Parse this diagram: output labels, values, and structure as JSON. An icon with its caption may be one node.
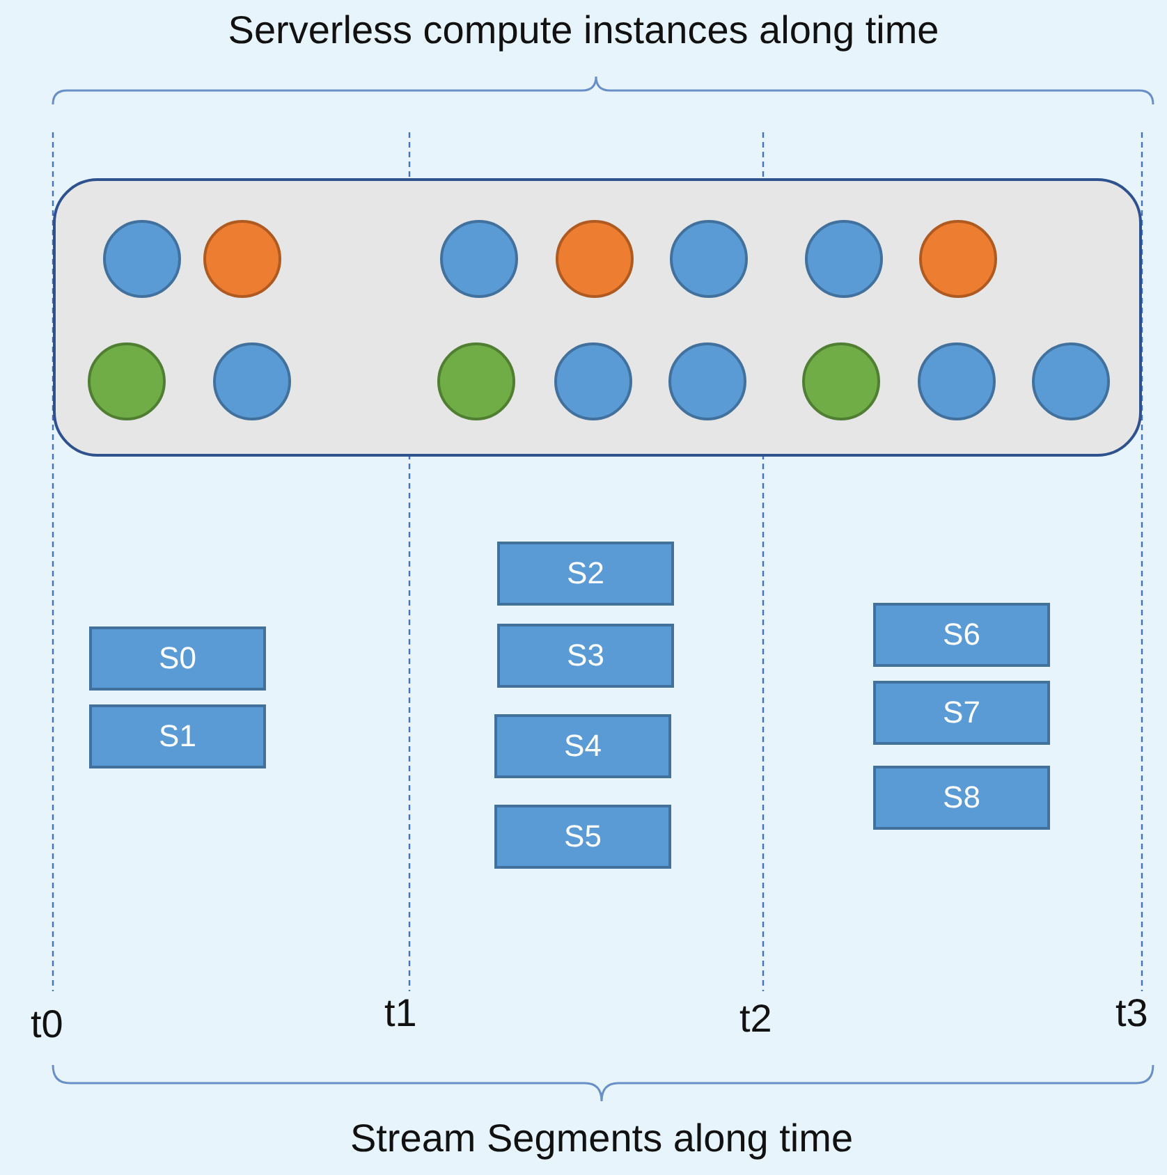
{
  "diagram": {
    "title": "Serverless compute instances along time",
    "caption": "Stream Segments along time",
    "nodes": [
      {
        "text": [],
        "shape": "box"
      },
      {
        "text": [],
        "shape": "circle",
        "in": 0
      },
      {
        "text": [],
        "shape": "circle",
        "in": 0
      },
      {
        "text": [],
        "shape": "circle",
        "in": 0
      },
      {
        "text": [],
        "shape": "circle",
        "in": 0
      },
      {
        "text": [],
        "shape": "circle",
        "in": 0
      },
      {
        "text": [],
        "shape": "circle",
        "in": 0
      },
      {
        "text": [],
        "shape": "circle",
        "in": 0
      },
      {
        "text": [],
        "shape": "circle",
        "in": 0
      },
      {
        "text": [],
        "shape": "circle",
        "in": 0
      },
      {
        "text": [],
        "shape": "circle",
        "in": 0
      },
      {
        "text": [],
        "shape": "circle",
        "in": 0
      },
      {
        "text": [],
        "shape": "circle",
        "in": 0
      },
      {
        "text": [],
        "shape": "circle",
        "in": 0
      },
      {
        "text": [],
        "shape": "circle",
        "in": 0
      },
      {
        "text": [],
        "shape": "circle",
        "in": 0
      },
      {
        "text": [
          "S0"
        ]
      },
      {
        "text": [
          "S1"
        ]
      },
      {
        "text": [
          "S2"
        ]
      },
      {
        "text": [
          "S3"
        ]
      },
      {
        "text": [
          "S4"
        ]
      },
      {
        "text": [
          "S5"
        ]
      },
      {
        "text": [
          "S6"
        ]
      },
      {
        "text": [
          "S7"
        ]
      },
      {
        "text": [
          "S8"
        ]
      }
    ],
    "edges": [],
    "labels": [
      "t0",
      "t1",
      "t2",
      "t3"
    ]
  }
}
